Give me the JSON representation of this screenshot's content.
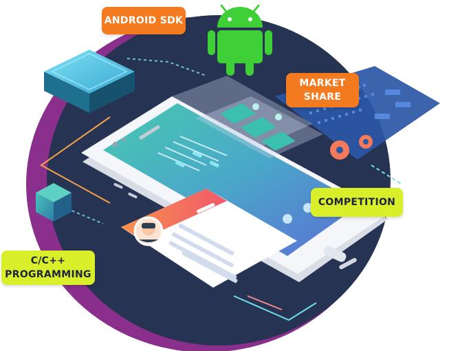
{
  "labels": {
    "android_sdk": "ANDROID SDK",
    "market_share_line1": "MARKET",
    "market_share_line2": "SHARE",
    "competition": "COMPETITION",
    "cpp_line1": "C/C++",
    "cpp_line2": "PROGRAMMING"
  },
  "colors": {
    "circle": "#273352",
    "circle_ring": "#8a2f8c",
    "orange_tag": "#f47a20",
    "lime_tag": "#d8ef2a",
    "android_green": "#3fcf37",
    "teal": "#3cc0b3"
  }
}
